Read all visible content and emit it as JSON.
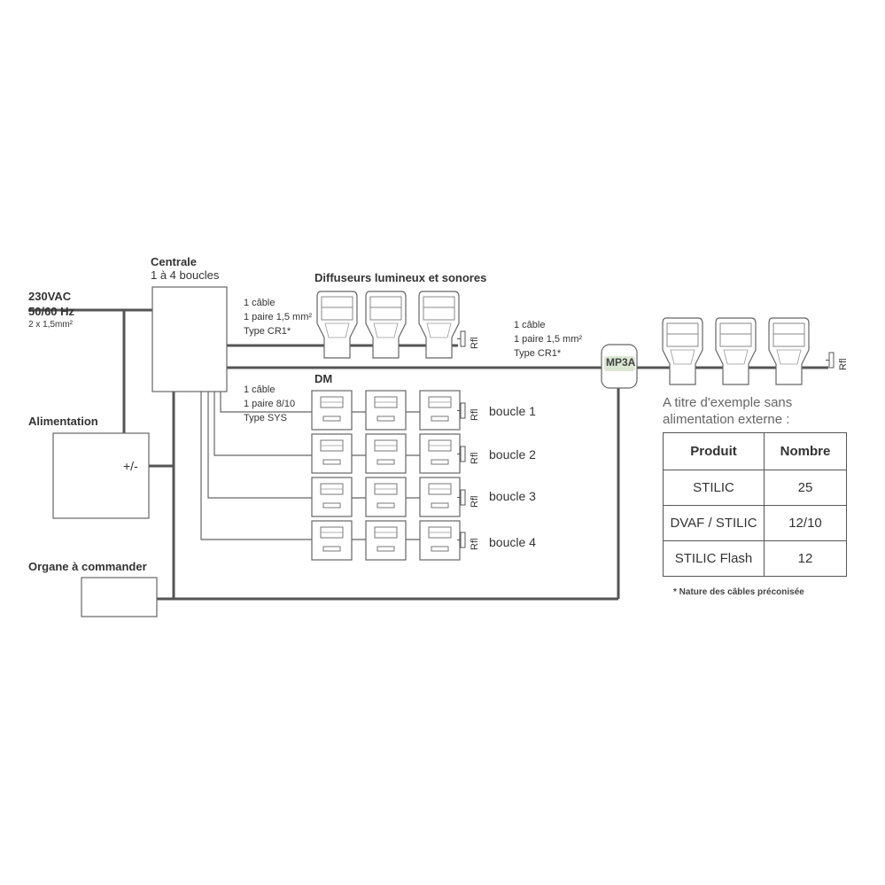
{
  "power": {
    "voltage": "230VAC",
    "frequency": "50/60 Hz",
    "section": "2 x 1,5mm²"
  },
  "centrale": {
    "title": "Centrale",
    "subtitle": "1 à 4 boucles"
  },
  "alimentation": {
    "title": "Alimentation",
    "polarity": "+/-"
  },
  "organe": {
    "title": "Organe à commander"
  },
  "diffuseurs": {
    "title": "Diffuseurs lumineux et sonores"
  },
  "dm": {
    "title": "DM"
  },
  "cable_cr1": [
    "1 câble",
    "1 paire 1,5 mm²",
    "Type CR1*"
  ],
  "cable_cr1_right": [
    "1 câble",
    "1 paire 1,5 mm²",
    "Type CR1*"
  ],
  "cable_sys": [
    "1 câble",
    "1 paire 8/10",
    "Type SYS"
  ],
  "mp3a": {
    "label": "MP3A",
    "color": "#dbe8d3"
  },
  "rfl_label": "Rfl",
  "loops": [
    "boucle 1",
    "boucle 2",
    "boucle 3",
    "boucle 4"
  ],
  "example": {
    "caption_line1": "A titre d'exemple sans",
    "caption_line2": "alimentation externe :",
    "headers": [
      "Produit",
      "Nombre"
    ],
    "rows": [
      [
        "STILIC",
        "25"
      ],
      [
        "DVAF / STILIC",
        "12/10"
      ],
      [
        "STILIC Flash",
        "12"
      ]
    ],
    "footnote": "* Nature des câbles préconisée"
  }
}
